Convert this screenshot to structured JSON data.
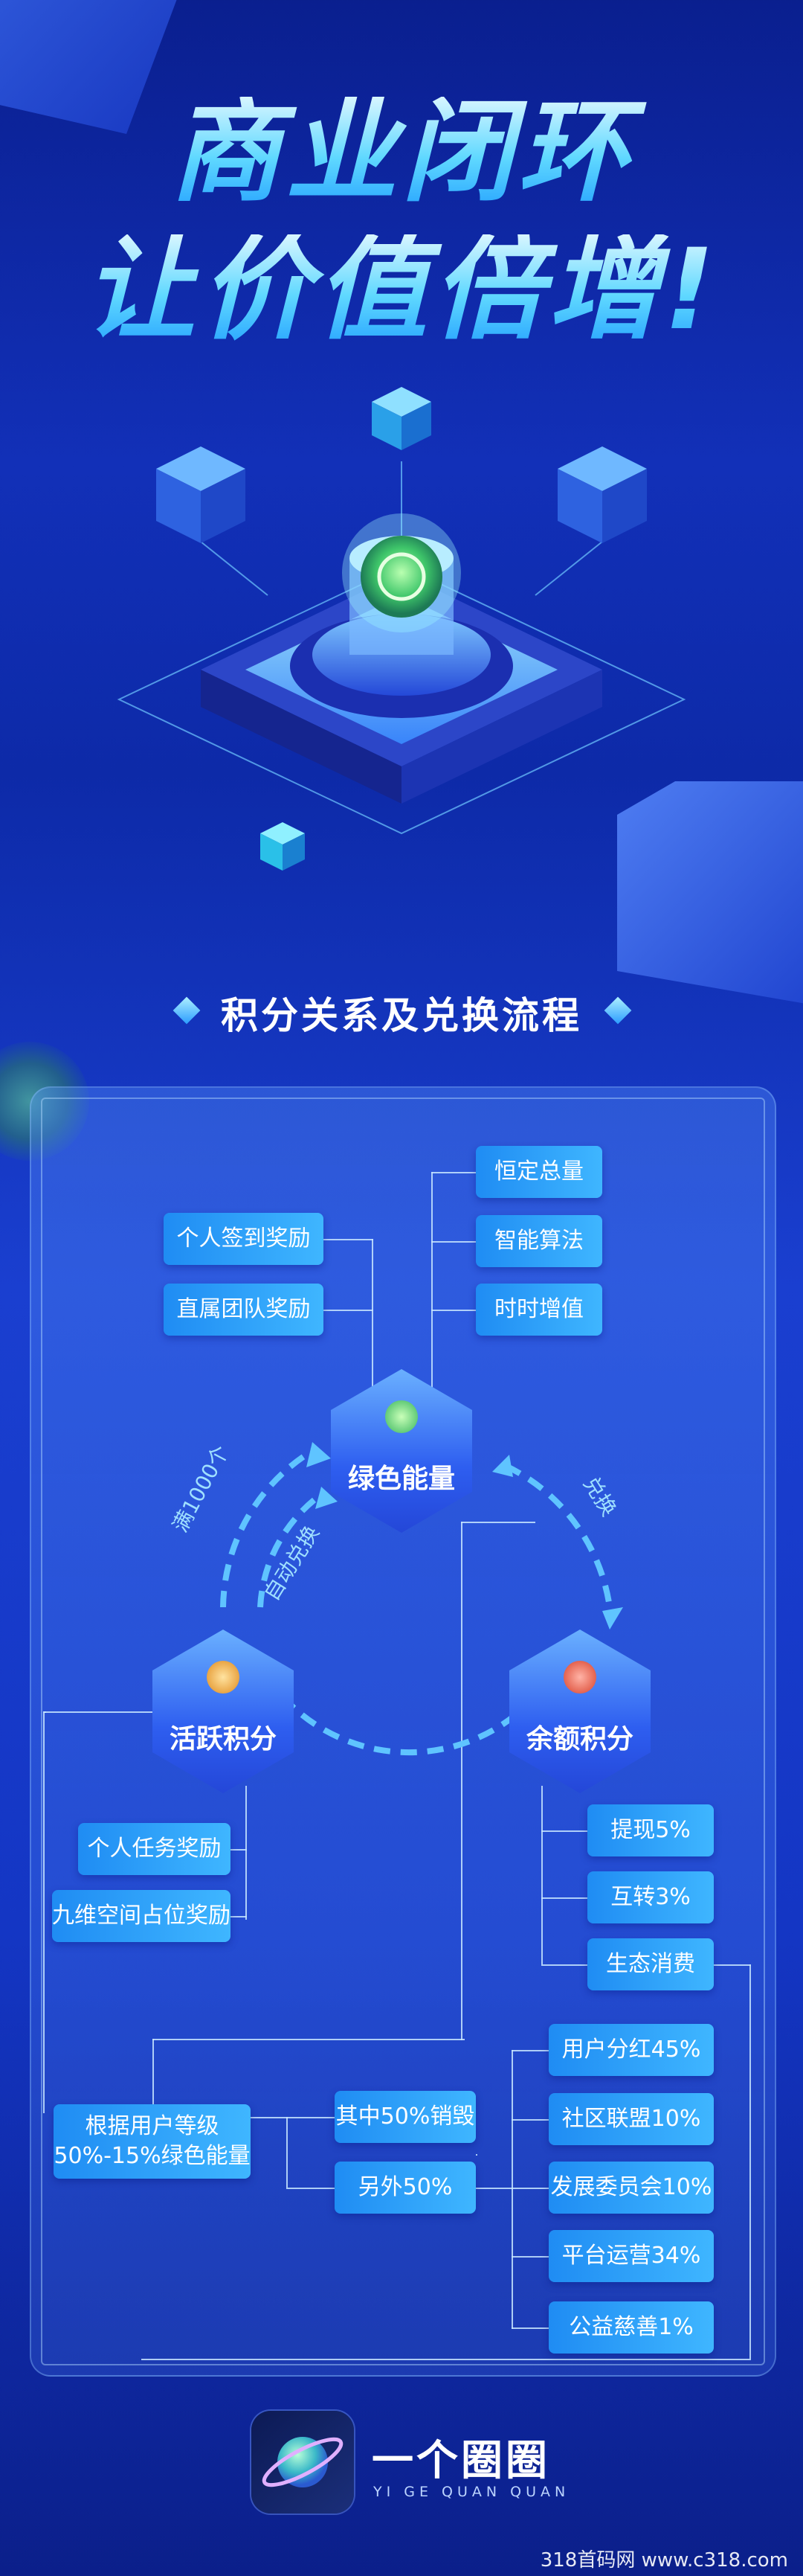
{
  "header": {
    "title_line1": "商业闭环",
    "title_line2": "让价值倍增!"
  },
  "section": {
    "title": "积分关系及兑换流程"
  },
  "nodes": {
    "green": "绿色能量",
    "active": "活跃积分",
    "balance": "余额积分"
  },
  "green_sources": [
    "个人签到奖励",
    "直属团队奖励"
  ],
  "green_features": [
    "恒定总量",
    "智能算法",
    "时时增值"
  ],
  "arc_labels": {
    "full": "满1000个",
    "auto": "自动兑换",
    "exchange": "兑换"
  },
  "active_sources": [
    "个人任务奖励",
    "九维空间占位奖励"
  ],
  "balance_uses": [
    "提现5%",
    "互转3%",
    "生态消费"
  ],
  "level_box": {
    "line1": "根据用户等级",
    "line2": "50%-15%绿色能量"
  },
  "split": [
    "其中50%销毁",
    "另外50%"
  ],
  "distribution": [
    "用户分红45%",
    "社区联盟10%",
    "发展委员会10%",
    "平台运营34%",
    "公益慈善1%"
  ],
  "brand": {
    "name": "一个圈圈",
    "sub": "YI GE QUAN QUAN"
  },
  "watermark": "318首码网 www.c318.com"
}
